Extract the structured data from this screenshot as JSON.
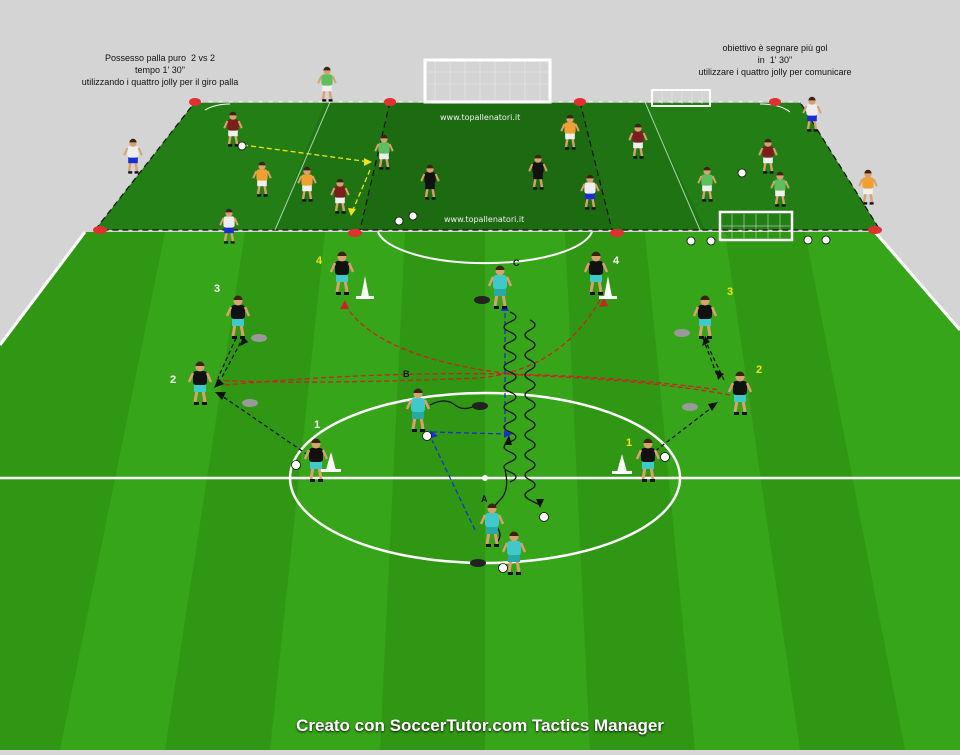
{
  "notes": {
    "left": [
      "Possesso palla puro  2 vs 2",
      "tempo 1' 30\"",
      "utilizzando i quattro jolly per il giro palla"
    ],
    "right": [
      "obiettivo è segnare più gol",
      "in  1' 30\"",
      "utilizzare i quattro jolly per comunicare"
    ]
  },
  "watermarks": [
    "www.topallenatori.it",
    "www.topallenatori.it"
  ],
  "labels": {
    "left": [
      "4",
      "3",
      "2",
      "1"
    ],
    "right": [
      "4",
      "3",
      "2",
      "1"
    ],
    "center": [
      "A",
      "B",
      "C"
    ]
  },
  "footer": "Creato con SoccerTutor.com Tactics Manager",
  "colors": {
    "pitch_light": "#3fae1c",
    "pitch_dark": "#2f9a12",
    "area_dark": "#1f6e12",
    "pass_black": "#111111",
    "pass_blue": "#1b2fd1",
    "pass_red": "#cc2222",
    "pass_yellow": "#f2e21a",
    "cone": "#ffffff",
    "player_cyan": "#3fc9c9",
    "player_black": "#111111"
  },
  "icons": [
    "cone-icon",
    "ball-icon",
    "goal-icon",
    "mannequin-icon"
  ]
}
